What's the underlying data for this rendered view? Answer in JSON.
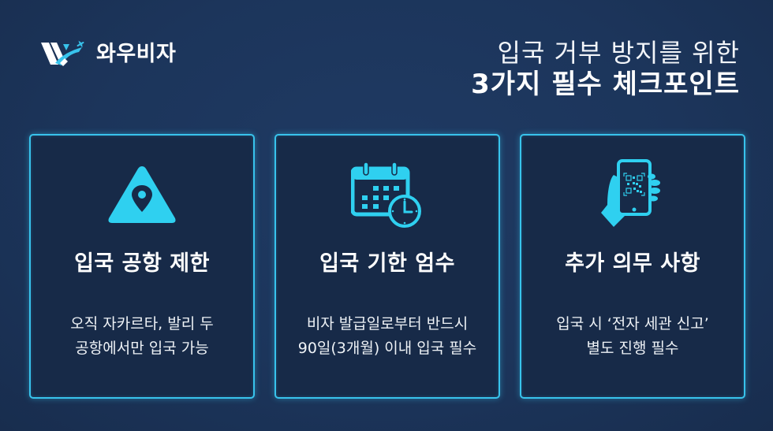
{
  "brand": {
    "name": "와우비자",
    "logo_icon": "wing-v-plane-logo",
    "colors": {
      "accent": "#38c3ec",
      "icon": "#2fd0f0",
      "background": "#1c355b",
      "card": "#172a48"
    }
  },
  "headline": {
    "line1": "입국 거부 방지를 위한",
    "line2": "3가지 필수 체크포인트"
  },
  "cards": [
    {
      "icon": "warning-location-pin-icon",
      "title": "입국 공항 제한",
      "desc": [
        "오직 자카르타, 발리 두",
        "공항에서만 입국 가능"
      ]
    },
    {
      "icon": "calendar-clock-icon",
      "title": "입국 기한 엄수",
      "desc": [
        "비자 발급일로부터 반드시",
        "90일(3개월) 이내 입국 필수"
      ]
    },
    {
      "icon": "hand-phone-qr-icon",
      "title": "추가 의무 사항",
      "desc": [
        "입국 시 ‘전자 세관 신고’",
        "별도 진행 필수"
      ]
    }
  ]
}
